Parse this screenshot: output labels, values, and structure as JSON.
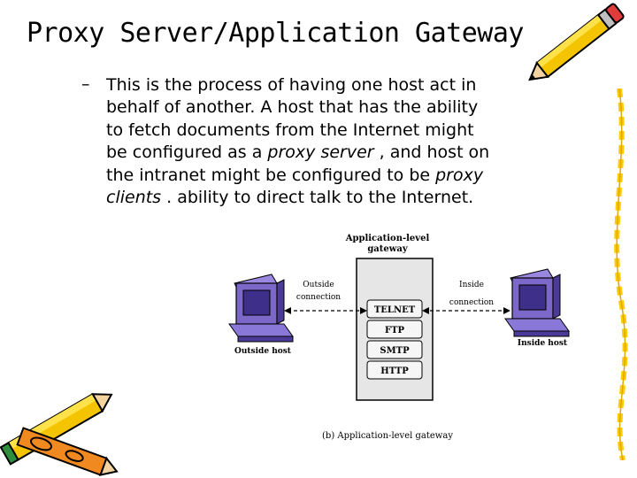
{
  "slide": {
    "title": "Proxy Server/Application Gateway",
    "bullet": "–",
    "lines": [
      "This is the process of having one host act in",
      "behalf of another. A host that has the ability",
      "to fetch documents from the Internet might",
      [
        "be configured as a ",
        "proxy server",
        " , and host on"
      ],
      [
        "the intranet might be configured to be ",
        "proxy"
      ],
      [
        "clients",
        " . ability to direct talk to the Internet."
      ]
    ]
  },
  "diagram": {
    "gateway_label_1": "Application-level",
    "gateway_label_2": "gateway",
    "outside_label_1": "Outside",
    "outside_label_2": "connection",
    "inside_label_1": "Inside",
    "inside_label_2": "connection",
    "protocols": [
      "TELNET",
      "FTP",
      "SMTP",
      "HTTP"
    ],
    "outside_host": "Outside host",
    "inside_host": "Inside host",
    "caption": "(b) Application-level gateway",
    "colors": {
      "computer": "#7b68c8",
      "computer_dark": "#4b3a98"
    }
  }
}
